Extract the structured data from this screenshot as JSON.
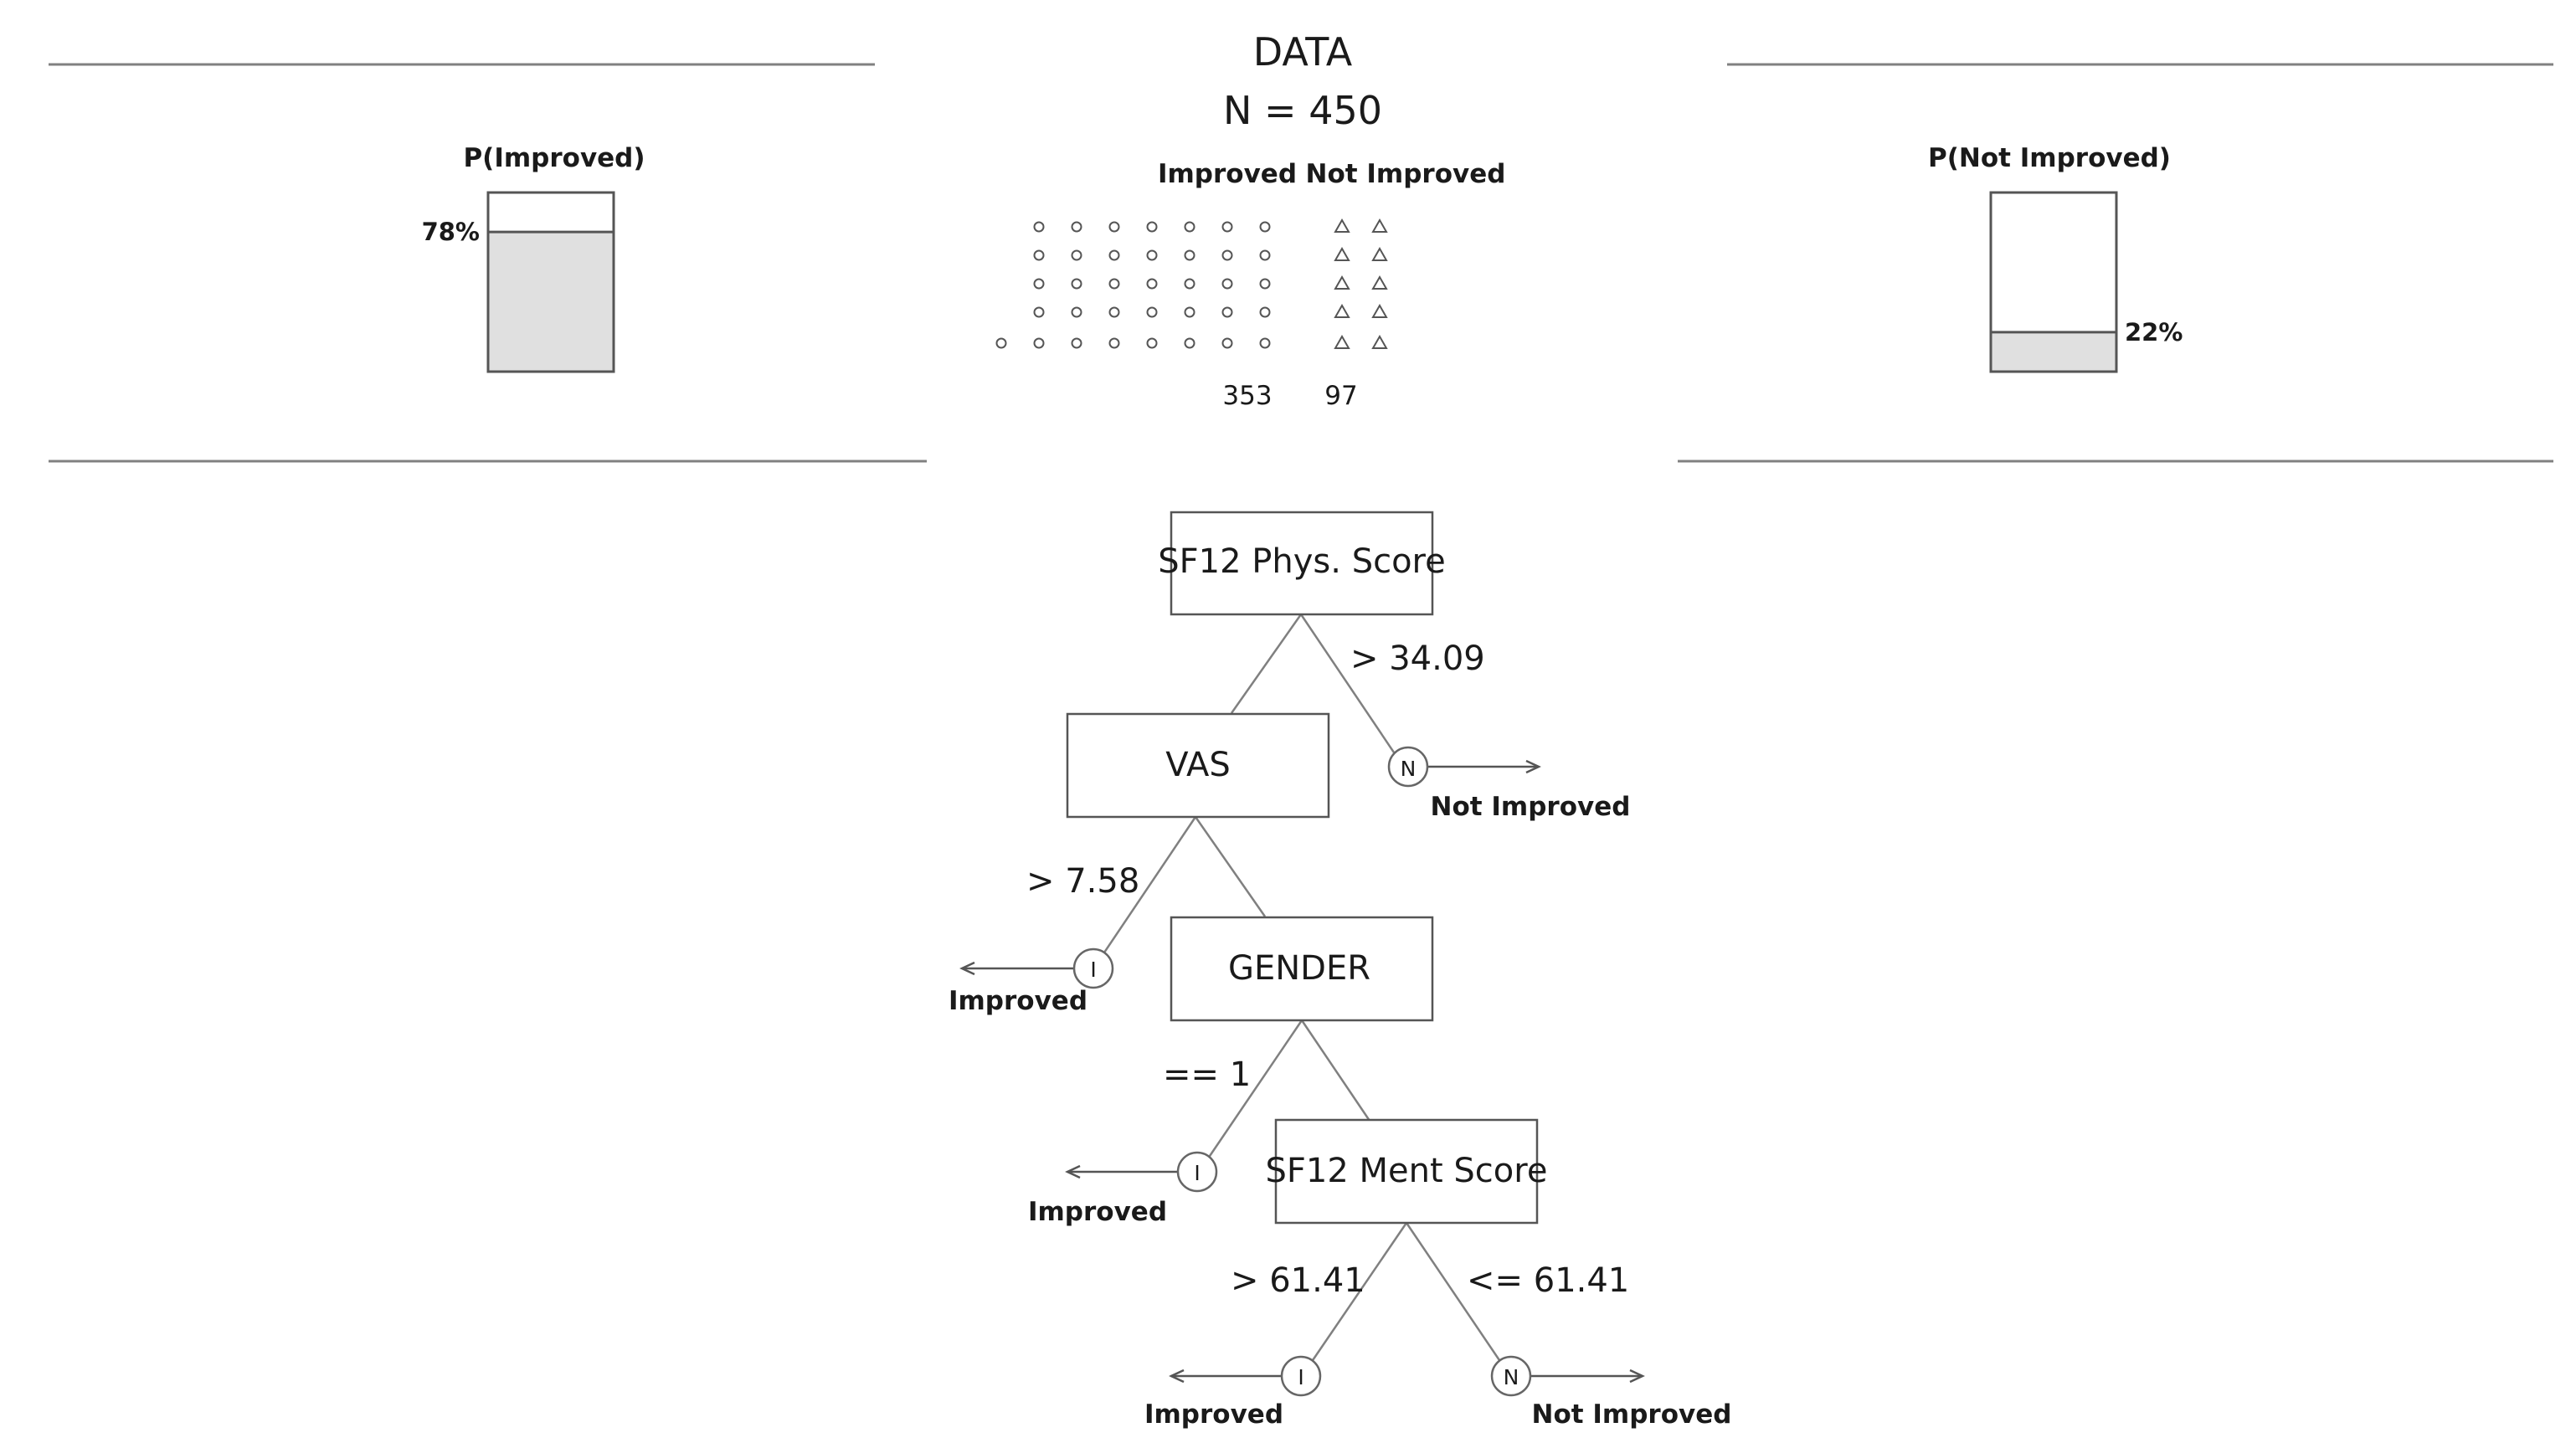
{
  "header": {
    "title": "DATA",
    "n_label": "N = 450"
  },
  "left_panel": {
    "label": "P(Improved)",
    "percent_label": "78%",
    "fill_fraction": 0.78
  },
  "right_panel": {
    "label": "P(Not Improved)",
    "percent_label": "22%",
    "fill_fraction": 0.22
  },
  "data_panel": {
    "improved_label": "Improved",
    "not_improved_label": "Not Improved",
    "improved_count": "353",
    "not_improved_count": "97"
  },
  "tree": {
    "nodes": {
      "sf12_phys": "SF12 Phys. Score",
      "vas": "VAS",
      "gender": "GENDER",
      "sf12_ment": "SF12 Ment Score"
    },
    "edges": {
      "phys_split": "> 34.09",
      "vas_split": "> 7.58",
      "gender_split": "== 1",
      "ment_left": "> 61.41",
      "ment_right": "<= 61.41"
    },
    "leaves": {
      "leaf1_symbol": "N",
      "leaf1_label": "Not Improved",
      "leaf2_symbol": "I",
      "leaf2_label": "Improved",
      "leaf3_symbol": "I",
      "leaf3_label": "Improved",
      "leaf4_symbol": "I",
      "leaf4_label": "Improved",
      "leaf5_symbol": "N",
      "leaf5_label": "Not Improved"
    }
  },
  "colors": {
    "line": "#808080",
    "box_border": "#555555",
    "bar_fill": "#e0e0e0",
    "marker": "#555555"
  }
}
